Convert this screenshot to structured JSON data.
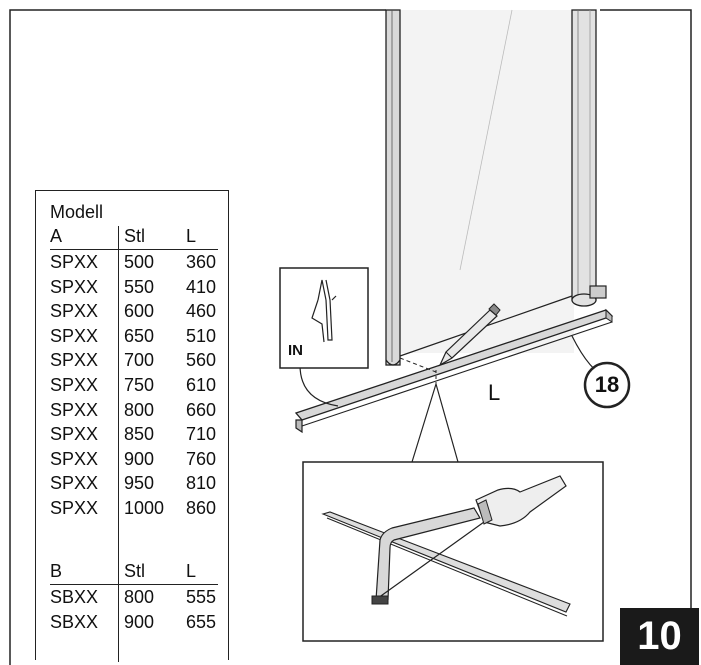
{
  "table": {
    "title": "Modell",
    "section_a": {
      "header": [
        "A",
        "Stl",
        "L"
      ],
      "rows": [
        [
          "SPXX",
          "500",
          "360"
        ],
        [
          "SPXX",
          "550",
          "410"
        ],
        [
          "SPXX",
          "600",
          "460"
        ],
        [
          "SPXX",
          "650",
          "510"
        ],
        [
          "SPXX",
          "700",
          "560"
        ],
        [
          "SPXX",
          "750",
          "610"
        ],
        [
          "SPXX",
          "800",
          "660"
        ],
        [
          "SPXX",
          "850",
          "710"
        ],
        [
          "SPXX",
          "900",
          "760"
        ],
        [
          "SPXX",
          "950",
          "810"
        ],
        [
          "SPXX",
          "1000",
          "860"
        ]
      ]
    },
    "section_b": {
      "header": [
        "B",
        "Stl",
        "L"
      ],
      "rows": [
        [
          "SBXX",
          "800",
          "555"
        ],
        [
          "SBXX",
          "900",
          "655"
        ]
      ]
    }
  },
  "labels": {
    "inset_in": "IN",
    "part_number": "18",
    "length": "L"
  },
  "step_number": "10",
  "colors": {
    "ink": "#1a1a1a",
    "profile_fill": "#d8d8d8",
    "glass": "#f4f4f4"
  }
}
